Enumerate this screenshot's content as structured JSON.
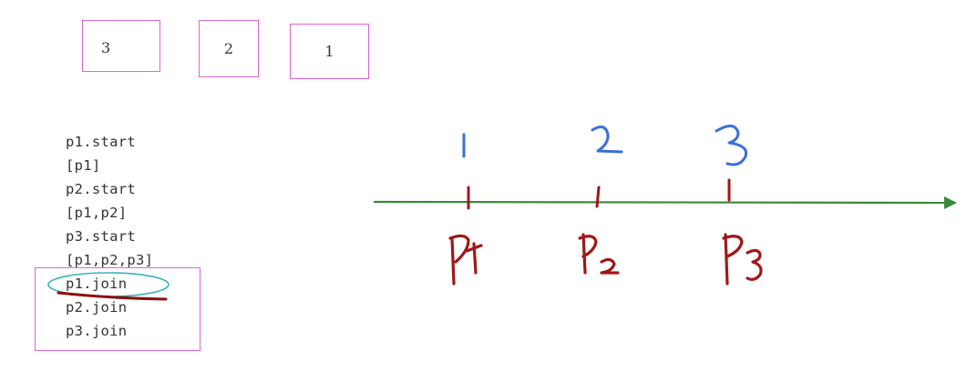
{
  "queue_boxes": [
    "3",
    "2",
    "1"
  ],
  "code_lines": [
    "p1.start",
    "[p1]",
    "p2.start",
    "[p1,p2]",
    "p3.start",
    "[p1,p2,p3]",
    "p1.join",
    "p2.join",
    "p3.join"
  ],
  "colors": {
    "box_border": "#d966d6",
    "timeline": "#3a8a3a",
    "upper_labels": "#3a6fd8",
    "lower_labels": "#a01818",
    "highlight_ellipse": "#39b5b5"
  }
}
